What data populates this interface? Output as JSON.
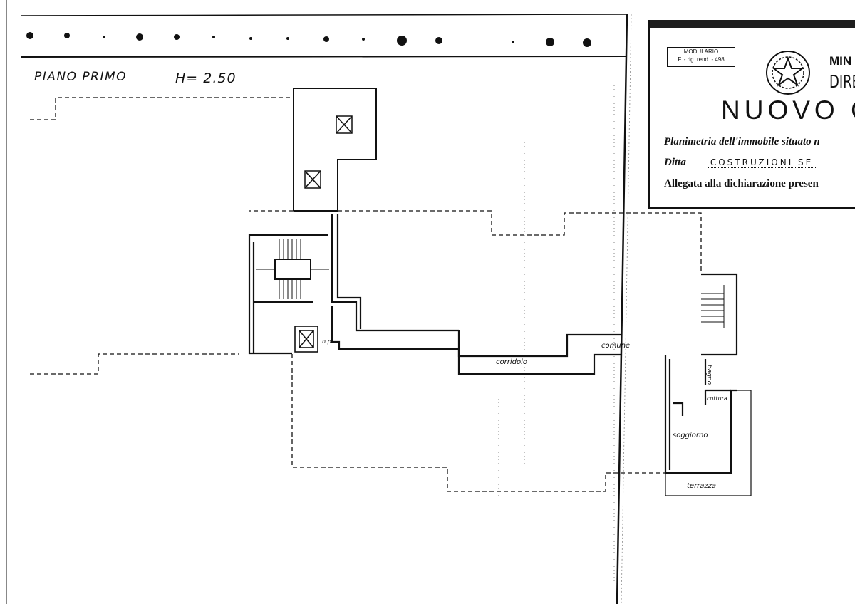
{
  "sheet": {
    "plan_title": "PIANO PRIMO",
    "plan_height": "H= 2.50"
  },
  "rooms": {
    "corridoio": "corridoio",
    "comune": "comune",
    "bagno": "bagno",
    "cottura": "cottura",
    "soggiorno": "soggiorno",
    "terrazza": "terrazza",
    "np": "n.p."
  },
  "stamp": {
    "modulario_1": "MODULARIO",
    "modulario_2": "F. - rig. rend. - 498",
    "ministry": "MIN",
    "direzione": "DIRE",
    "title": "NUOVO C",
    "planimetria": "Planimetria dell'immobile situato n",
    "ditta_label": "Ditta",
    "ditta_value": "COSTRUZIONI  SE",
    "allegata": "Allegata alla dichiarazione presen"
  },
  "icons": [
    "state-emblem-icon",
    "elevator-shaft-icon",
    "staircase-icon",
    "binder-hole-icon"
  ],
  "colors": {
    "ink": "#111111",
    "paper": "#ffffff"
  }
}
